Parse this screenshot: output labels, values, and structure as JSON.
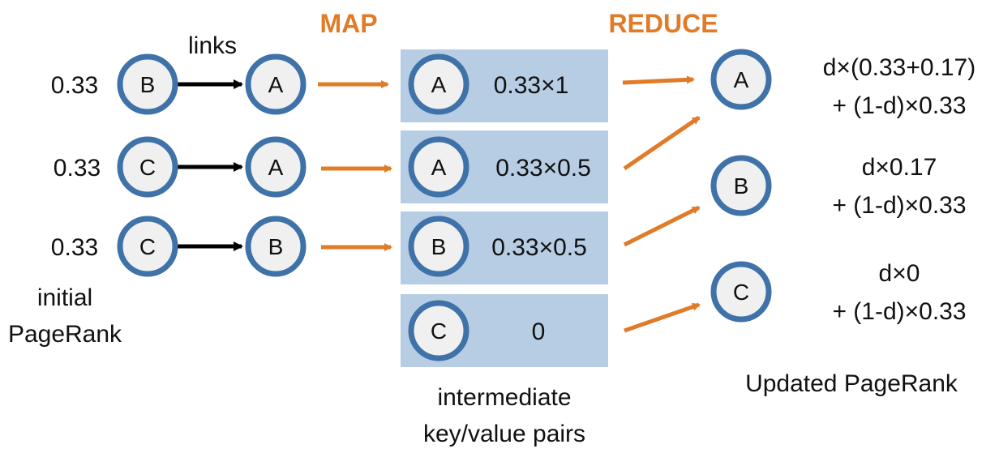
{
  "colors": {
    "accent": "#E07B28",
    "node_stroke": "#3F72A8",
    "node_fill": "#F0F0F0",
    "kv_box": "#B7CDE3",
    "link_arrow": "#000000"
  },
  "headers": {
    "map": "MAP",
    "reduce": "REDUCE"
  },
  "links_label": "links",
  "initial_label": {
    "line1": "initial",
    "line2": "PageRank"
  },
  "inputs": [
    {
      "rank": "0.33",
      "from": "B",
      "to": "A"
    },
    {
      "rank": "0.33",
      "from": "C",
      "to": "A"
    },
    {
      "rank": "0.33",
      "from": "C",
      "to": "B"
    }
  ],
  "pairs": [
    {
      "key": "A",
      "value": "0.33×1"
    },
    {
      "key": "A",
      "value": "0.33×0.5"
    },
    {
      "key": "B",
      "value": "0.33×0.5"
    },
    {
      "key": "C",
      "value": "0"
    }
  ],
  "pairs_label": {
    "line1": "intermediate",
    "line2": "key/value pairs"
  },
  "outputs": [
    {
      "key": "A",
      "line1": "d×(0.33+0.17)",
      "line2": "+ (1-d)×0.33"
    },
    {
      "key": "B",
      "line1": "d×0.17",
      "line2": "+ (1-d)×0.33"
    },
    {
      "key": "C",
      "line1": "d×0",
      "line2": "+ (1-d)×0.33"
    }
  ],
  "updated_label": "Updated PageRank"
}
